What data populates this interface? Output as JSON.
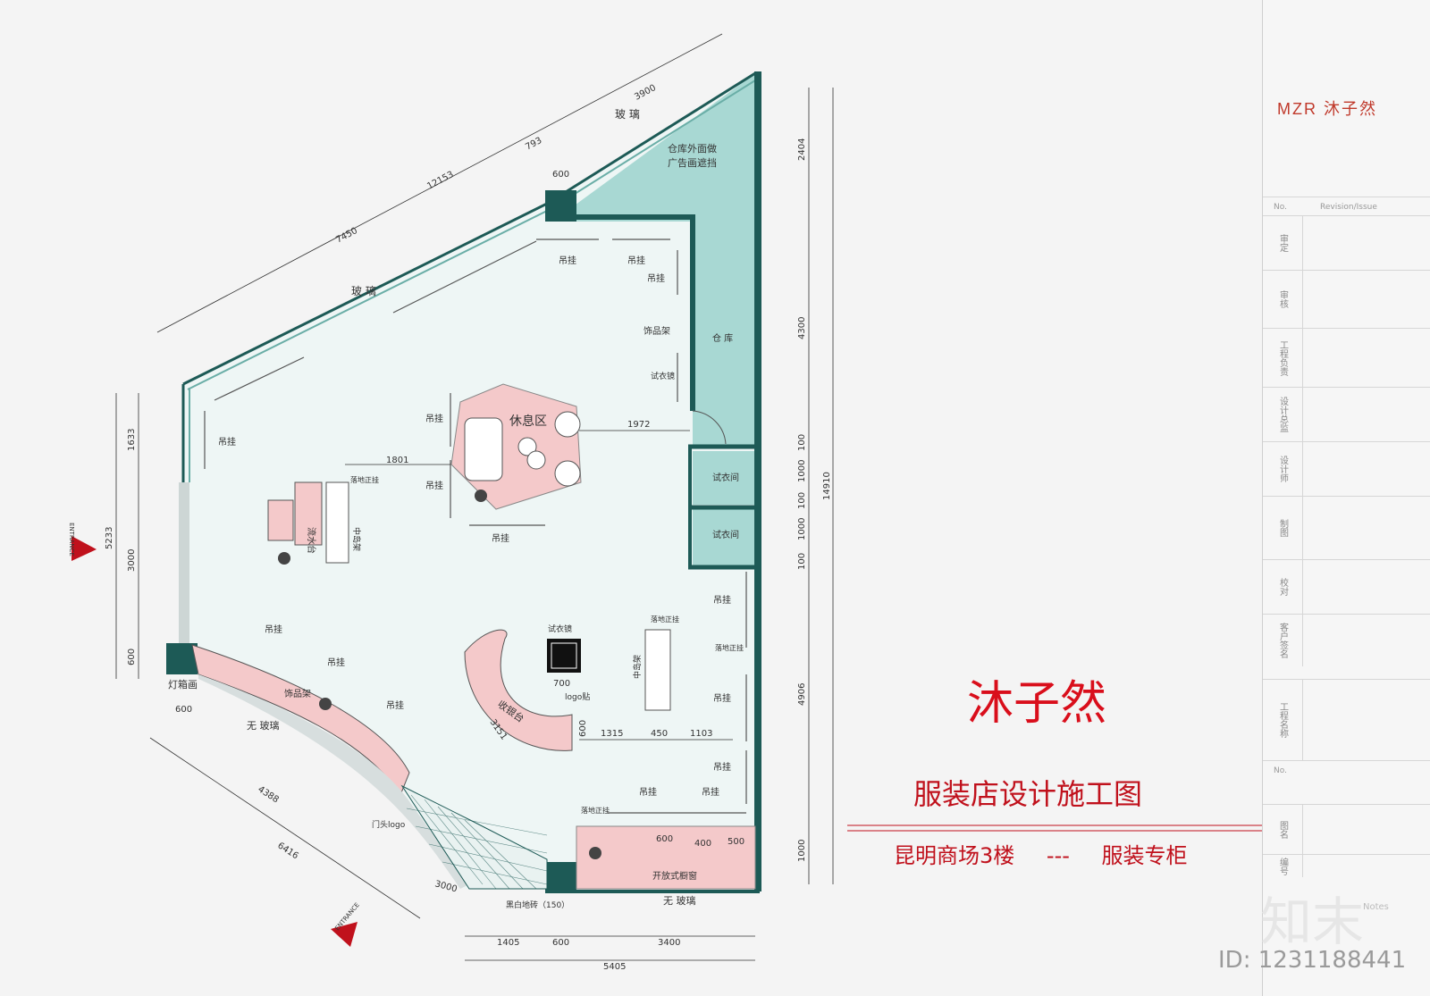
{
  "drawing": {
    "title": "沐子然",
    "subtitle": "服装店设计施工图",
    "location": "昆明商场3楼",
    "separator": "---",
    "category": "服装专柜"
  },
  "labels": {
    "glass_top": "玻 璃",
    "glass_left": "玻 璃",
    "warehouse_note_1": "仓库外面做",
    "warehouse_note_2": "广告画遮挡",
    "warehouse": "仓 库",
    "rest_area": "休息区",
    "fitting_room_1": "试衣间",
    "fitting_room_2": "试衣间",
    "hang": "吊挂",
    "accessory_rack": "饰品架",
    "mirror": "试衣镜",
    "mirror_2": "试衣镜",
    "water_table": "流水台",
    "mid_island": "中岛架",
    "mid_island_2": "中岛架",
    "floor_rack": "落地正挂",
    "cashier": "收银台",
    "logo_sticker": "logo贴",
    "lightbox": "灯箱画",
    "no_glass_left": "无 玻璃",
    "no_glass_bottom": "无 玻璃",
    "door_logo": "门头logo",
    "tile": "黑白地砖（150）",
    "window": "开放式橱窗",
    "entrance": "ENTRANCE"
  },
  "dimensions": {
    "top_total": "12153",
    "top_a": "7450",
    "top_b": "793",
    "top_c": "3900",
    "col_600": "600",
    "right_1": "2404",
    "right_2": "4300",
    "right_3": "100",
    "right_4": "1000",
    "right_5": "100",
    "right_6": "1000",
    "right_7": "100",
    "right_8": "4906",
    "right_9": "1000",
    "right_total": "14910",
    "left_1": "1633",
    "left_2": "3000",
    "left_3": "600",
    "left_total": "5233",
    "d1801": "1801",
    "d1972": "1972",
    "d700": "700",
    "d600b": "600",
    "d1315": "1315",
    "d450": "450",
    "d1103": "1103",
    "d3151": "3151",
    "d4388": "4388",
    "d6416": "6416",
    "d3000b": "3000",
    "d600c": "600",
    "d1405": "1405",
    "d600d": "600",
    "d3400": "3400",
    "d5405": "5405",
    "win_600": "600",
    "win_400": "400",
    "win_500": "500"
  },
  "title_block": {
    "logo": "MZR 沐子然",
    "no": "No.",
    "revision": "Revision/Issue",
    "rows": [
      "审定",
      "审核",
      "工程负责",
      "设计总监",
      "设计师",
      "制图",
      "校对",
      "客户签名"
    ],
    "project_name": "工程名称",
    "no2": "No.",
    "drawing_name": "图名",
    "code": "编号",
    "notes": "Notes"
  },
  "watermark": {
    "logo": "知末",
    "id": "ID: 1231188441"
  },
  "colors": {
    "wall": "#1d5a56",
    "teal": "#a8d8d3",
    "floor": "#eef6f5",
    "pink": "#f4c9ca",
    "red": "#c0111c"
  }
}
